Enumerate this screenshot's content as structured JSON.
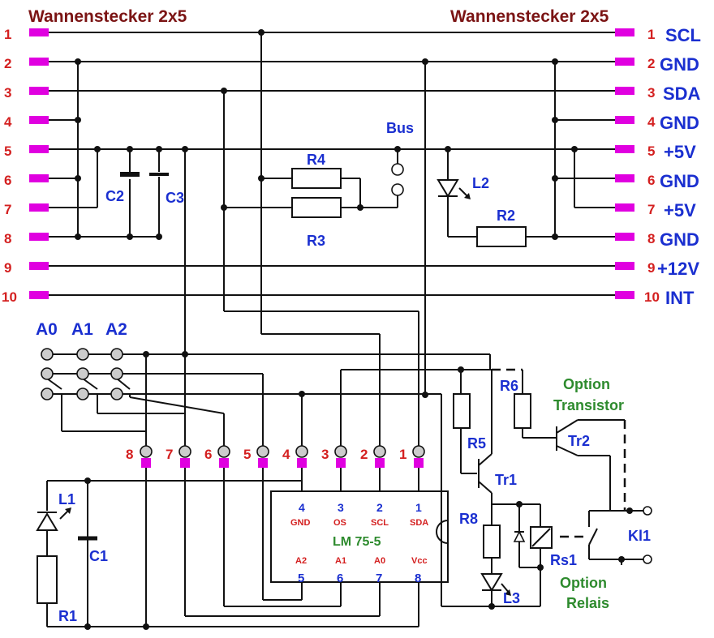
{
  "header": {
    "left_title": "Wannenstecker 2x5",
    "right_title": "Wannenstecker 2x5"
  },
  "left_pins": [
    "1",
    "2",
    "3",
    "4",
    "5",
    "6",
    "7",
    "8",
    "9",
    "10"
  ],
  "right_pins": [
    {
      "num": "1",
      "signal": "SCL"
    },
    {
      "num": "2",
      "signal": "GND"
    },
    {
      "num": "3",
      "signal": "SDA"
    },
    {
      "num": "4",
      "signal": "GND"
    },
    {
      "num": "5",
      "signal": "+5V"
    },
    {
      "num": "6",
      "signal": "GND"
    },
    {
      "num": "7",
      "signal": "+5V"
    },
    {
      "num": "8",
      "signal": "GND"
    },
    {
      "num": "9",
      "signal": "+12V"
    },
    {
      "num": "10",
      "signal": "INT"
    }
  ],
  "components": {
    "c1": "C1",
    "c2": "C2",
    "c3": "C3",
    "r1": "R1",
    "r2": "R2",
    "r3": "R3",
    "r4": "R4",
    "r5": "R5",
    "r6": "R6",
    "r8": "R8",
    "l1": "L1",
    "l2": "L2",
    "l3": "L3",
    "tr1": "Tr1",
    "tr2": "Tr2",
    "rs1": "Rs1",
    "kl1": "Kl1",
    "bus": "Bus"
  },
  "address": {
    "a0": "A0",
    "a1": "A1",
    "a2": "A2"
  },
  "header_pins": [
    "8",
    "7",
    "6",
    "5",
    "4",
    "3",
    "2",
    "1"
  ],
  "ic": {
    "name": "LM 75-5",
    "top_nums": [
      "4",
      "3",
      "2",
      "1"
    ],
    "top_names": [
      "GND",
      "OS",
      "SCL",
      "SDA"
    ],
    "bottom_names": [
      "A2",
      "A1",
      "A0",
      "Vcc"
    ],
    "bottom_nums": [
      "5",
      "6",
      "7",
      "8"
    ]
  },
  "options": {
    "transistor_1": "Option",
    "transistor_2": "Transistor",
    "relais_1": "Option",
    "relais_2": "Relais"
  },
  "colors": {
    "header": "#7b1414",
    "pin_number": "#d42020",
    "signal": "#1a2fd0",
    "option": "#2e8b2e",
    "pad": "#e000e0"
  }
}
